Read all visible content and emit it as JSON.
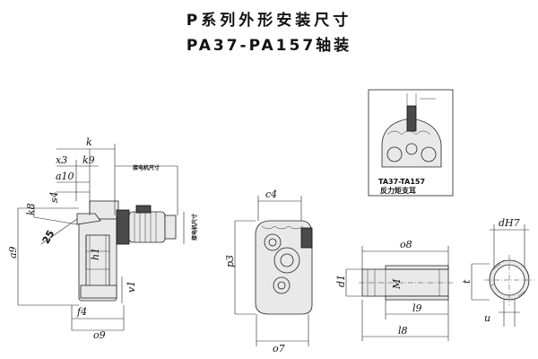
{
  "title_line1": "P系列外形安装尺寸",
  "title_line2": "PA37-PA157轴装",
  "callout": {
    "model": "TA37-TA157",
    "caption": "反力矩支耳"
  },
  "motor_dim_label": "接电机尺寸",
  "labels": {
    "k": "k",
    "x3": "x3",
    "k9": "k9",
    "a10": "a10",
    "s4": "s4",
    "k8": "k8",
    "angle": "25",
    "a9": "a9",
    "h1": "h1",
    "v1": "v1",
    "f4": "f4",
    "o9": "o9",
    "c4": "c4",
    "p3": "p3",
    "o7": "o7",
    "o8": "o8",
    "d1": "d1",
    "M": "M",
    "l9": "l9",
    "l8": "l8",
    "dH7": "dH7",
    "t": "t",
    "u": "u"
  }
}
